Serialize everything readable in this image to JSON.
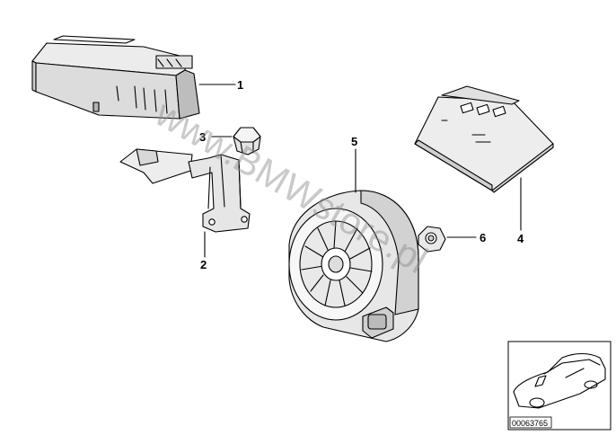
{
  "callouts": {
    "c1": "1",
    "c2": "2",
    "c3": "3",
    "c4": "4",
    "c5": "5",
    "c6": "6"
  },
  "watermark": "www.BMWstore.pl",
  "thumbnail": {
    "reference": "00063765"
  },
  "colors": {
    "line": "#000000",
    "part_fill": "#ececec",
    "part_shade": "#c9c9c9",
    "watermark": "#8a8a8a"
  }
}
